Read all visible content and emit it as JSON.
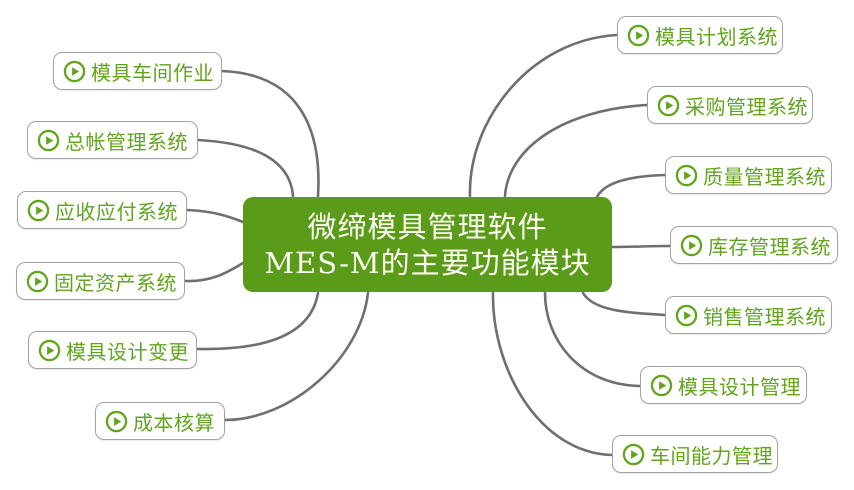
{
  "center": {
    "line1": "微缔模具管理软件",
    "line2": "MES-M的主要功能模块"
  },
  "left_nodes": [
    {
      "label": "模具车间作业"
    },
    {
      "label": "总帐管理系统"
    },
    {
      "label": "应收应付系统"
    },
    {
      "label": "固定资产系统"
    },
    {
      "label": "模具设计变更"
    },
    {
      "label": "成本核算"
    }
  ],
  "right_nodes": [
    {
      "label": "模具计划系统"
    },
    {
      "label": "采购管理系统"
    },
    {
      "label": "质量管理系统"
    },
    {
      "label": "库存管理系统"
    },
    {
      "label": "销售管理系统"
    },
    {
      "label": "模具设计管理"
    },
    {
      "label": "车间能力管理"
    }
  ],
  "icons": {
    "node_marker": "play-circle-icon"
  },
  "colors": {
    "center_bg": "#5a9b19",
    "center_text": "#fdfcf2",
    "node_text": "#61a51d",
    "node_border": "#a3a3a3",
    "icon": "#61a51d",
    "connector": "#6f6f6f",
    "canvas_bg": "#ffffff"
  }
}
